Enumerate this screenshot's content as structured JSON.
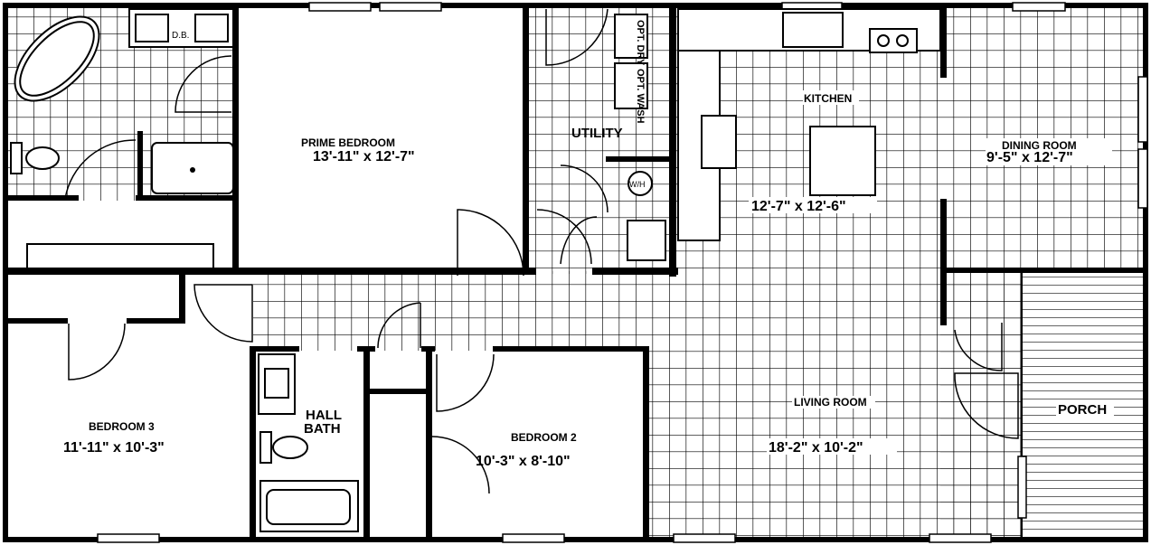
{
  "rooms": {
    "prime_bedroom": {
      "name": "PRIME BEDROOM",
      "size": "13'-11\" x 12'-7\""
    },
    "utility": {
      "name": "UTILITY"
    },
    "kitchen": {
      "name": "KITCHEN",
      "size": "12'-7\" x 12'-6\""
    },
    "dining_room": {
      "name": "DINING ROOM",
      "size": "9'-5\" x 12'-7\""
    },
    "living_room": {
      "name": "LIVING ROOM",
      "size": "18'-2\" x 10'-2\""
    },
    "bedroom_3": {
      "name": "BEDROOM 3",
      "size": "11'-11\" x 10'-3\""
    },
    "bedroom_2": {
      "name": "BEDROOM 2",
      "size": "10'-3\" x 8'-10\""
    },
    "hall_bath": {
      "name_line1": "HALL",
      "name_line2": "BATH"
    },
    "porch": {
      "name": "PORCH"
    }
  },
  "fixtures": {
    "double_bowl": "D.B.",
    "dryer": "OPT. DRY",
    "washer": "OPT. WASH",
    "water_heater": "W/H"
  }
}
